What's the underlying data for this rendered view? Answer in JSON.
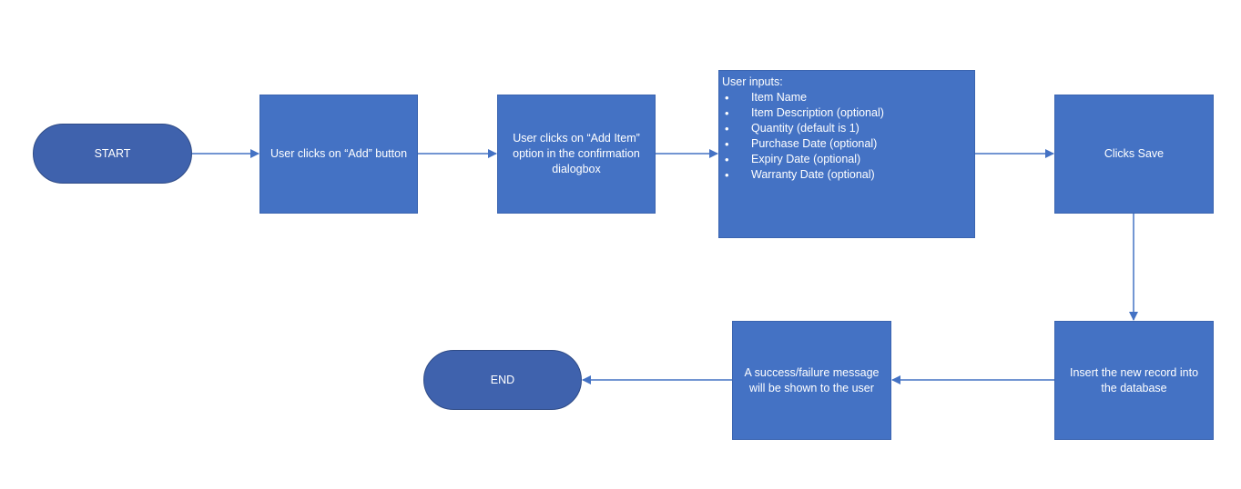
{
  "colors": {
    "process_fill": "#4472c4",
    "terminal_fill": "#3f62ad",
    "connector": "#4472c4",
    "text": "#ffffff"
  },
  "nodes": {
    "start": "START",
    "add_button": "User clicks on “Add” button",
    "add_item": "User clicks on “Add Item” option in the confirmation dialogbox",
    "inputs": {
      "title": "User inputs:",
      "items": [
        "Item Name",
        "Item Description (optional)",
        "Quantity (default is 1)",
        "Purchase Date (optional)",
        "Expiry Date (optional)",
        "Warranty Date (optional)"
      ]
    },
    "click_save": "Clicks Save",
    "insert": "Insert the new record into the database",
    "message": "A success/failure message will be shown to the user",
    "end": "END"
  }
}
